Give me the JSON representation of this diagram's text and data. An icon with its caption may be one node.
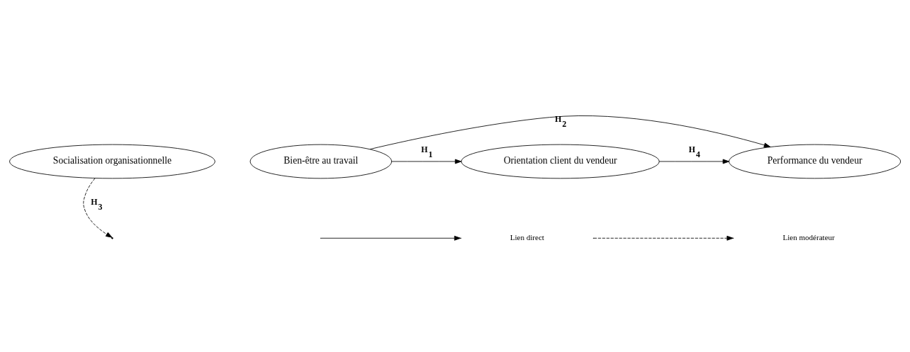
{
  "diagram": {
    "nodes": [
      {
        "text": [
          "Socialisation organisationnelle"
        ]
      },
      {
        "text": [
          "Bien-être au travail"
        ]
      },
      {
        "text": [
          "Orientation client du vendeur"
        ]
      },
      {
        "text": [
          "Performance du vendeur"
        ]
      }
    ],
    "edges": [
      {
        "from": 1,
        "to": 3,
        "arrow": "to",
        "label": "H$_{2}$"
      },
      {
        "from": 0,
        "to": null,
        "arrow": "to",
        "style": "dashed",
        "label": "H$_{3}$"
      },
      {
        "from": 1,
        "to": 2,
        "arrow": "to",
        "label": "H$_{1}$"
      },
      {
        "from": 2,
        "to": 3,
        "arrow": "to",
        "label": "H$_{4}$"
      }
    ],
    "legend": [
      {
        "text": "Lien direct"
      },
      {
        "text": "Lien modérateur"
      }
    ]
  }
}
